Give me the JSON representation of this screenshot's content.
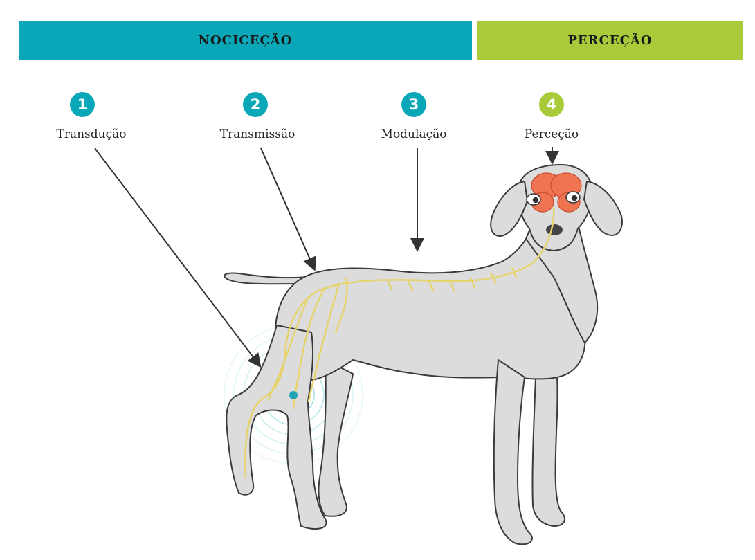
{
  "header": {
    "left_band": {
      "label": "NOCICEÇÃO",
      "color": "#0aa7b8"
    },
    "right_band": {
      "label": "PERCEÇÃO",
      "color": "#a9cb3a"
    }
  },
  "steps": [
    {
      "number": "1",
      "label": "Transdução",
      "color": "#0aa7b8"
    },
    {
      "number": "2",
      "label": "Transmissão",
      "color": "#0aa7b8"
    },
    {
      "number": "3",
      "label": "Modulação",
      "color": "#0aa7b8"
    },
    {
      "number": "4",
      "label": "Perceção",
      "color": "#a9cb3a"
    }
  ],
  "colors": {
    "body_fill": "#dcdcdc",
    "body_outline": "#3a3a3a",
    "nerve": "#e6d36a",
    "brain": "#f07452",
    "pain_rings": "#7fd3dc"
  }
}
